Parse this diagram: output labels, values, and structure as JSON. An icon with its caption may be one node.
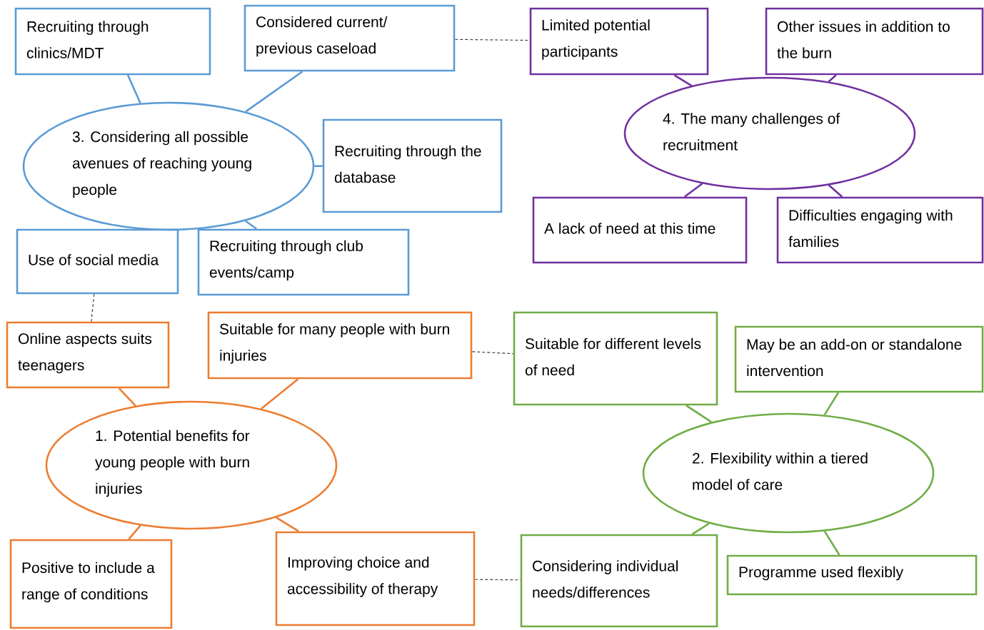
{
  "diagram": {
    "nodes": [
      {
        "text": [
          "Recruiting through clinics/MDT"
        ]
      },
      {
        "text": [
          "Considered current/ previous caseload"
        ]
      },
      {
        "text": [
          "Limited potential participants"
        ]
      },
      {
        "text": [
          "Other issues in addition to the burn"
        ]
      },
      {
        "text": [
          "3. Considering all possible avenues of reaching young people"
        ]
      },
      {
        "text": [
          "4. The many challenges of recruitment"
        ]
      },
      {
        "text": [
          "Recruiting through the database"
        ]
      },
      {
        "text": [
          "A lack of need at this time"
        ]
      },
      {
        "text": [
          "Difficulties engaging with families"
        ]
      },
      {
        "text": [
          "Use of social media"
        ]
      },
      {
        "text": [
          "Recruiting through club events/camp"
        ]
      },
      {
        "text": [
          "Online aspects suits teenagers"
        ]
      },
      {
        "text": [
          "Suitable for many people with burn injuries"
        ]
      },
      {
        "text": [
          "Suitable for different levels of need"
        ]
      },
      {
        "text": [
          "May be an add-on or standalone intervention"
        ]
      },
      {
        "text": [
          "1. Potential benefits for young people with burn injuries"
        ]
      },
      {
        "text": [
          "2. Flexibility within a tiered model of care"
        ]
      },
      {
        "text": [
          "Positive to include a range of conditions"
        ]
      },
      {
        "text": [
          "Improving choice and accessibility of therapy"
        ]
      },
      {
        "text": [
          "Considering individual needs/differences"
        ]
      },
      {
        "text": [
          "Programme used flexibly"
        ]
      }
    ],
    "edges": [
      {
        "from": 0,
        "to": 4,
        "arrow": "none",
        "color": "#5b9bd5"
      },
      {
        "from": 1,
        "to": 4,
        "arrow": "none",
        "color": "#5b9bd5"
      },
      {
        "from": 4,
        "to": 6,
        "arrow": "none",
        "color": "#5b9bd5"
      },
      {
        "from": 4,
        "to": 10,
        "arrow": "none",
        "color": "#5b9bd5"
      },
      {
        "from": 2,
        "to": 5,
        "arrow": "none",
        "color": "#7030a0"
      },
      {
        "from": 3,
        "to": 5,
        "arrow": "none",
        "color": "#7030a0"
      },
      {
        "from": 5,
        "to": 7,
        "arrow": "none",
        "color": "#7030a0"
      },
      {
        "from": 5,
        "to": 8,
        "arrow": "none",
        "color": "#7030a0"
      },
      {
        "from": 11,
        "to": 15,
        "arrow": "none",
        "color": "#ed7d31"
      },
      {
        "from": 12,
        "to": 15,
        "arrow": "none",
        "color": "#ed7d31"
      },
      {
        "from": 15,
        "to": 17,
        "arrow": "none",
        "color": "#ed7d31"
      },
      {
        "from": 15,
        "to": 18,
        "arrow": "none",
        "color": "#ed7d31"
      },
      {
        "from": 13,
        "to": 16,
        "arrow": "none",
        "color": "#70ad47"
      },
      {
        "from": 14,
        "to": 16,
        "arrow": "none",
        "color": "#70ad47"
      },
      {
        "from": 16,
        "to": 19,
        "arrow": "none",
        "color": "#70ad47"
      },
      {
        "from": 16,
        "to": 20,
        "arrow": "none",
        "color": "#70ad47"
      },
      {
        "from": 1,
        "to": 2,
        "arrow": "none",
        "style": "dashed",
        "color": "#404040"
      },
      {
        "from": 9,
        "to": 11,
        "arrow": "none",
        "style": "dashed",
        "color": "#404040"
      },
      {
        "from": 12,
        "to": 13,
        "arrow": "none",
        "style": "dashed",
        "color": "#404040"
      },
      {
        "from": 18,
        "to": 19,
        "arrow": "none",
        "style": "dashed",
        "color": "#404040"
      }
    ]
  }
}
